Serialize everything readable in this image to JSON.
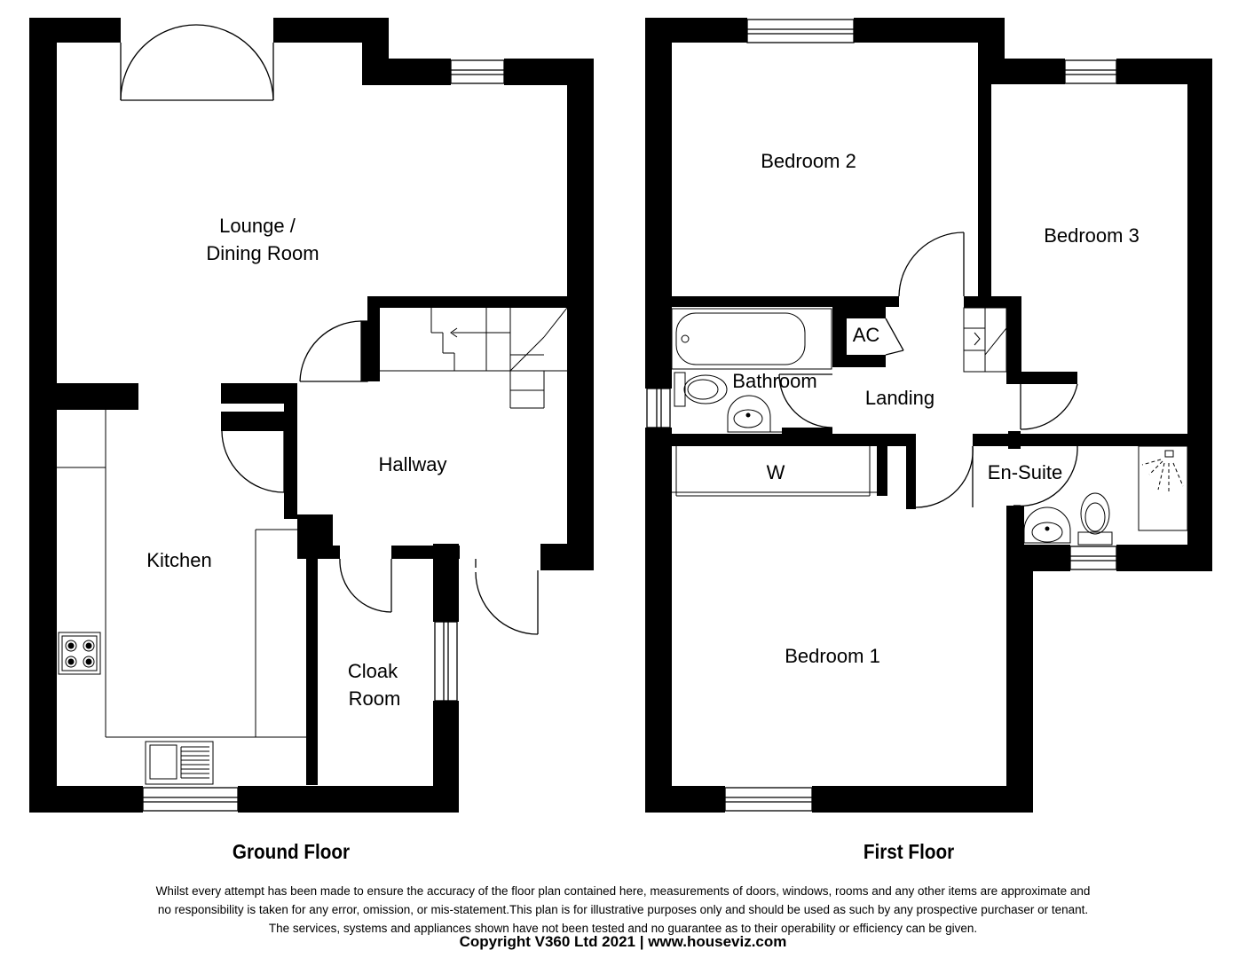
{
  "ground_floor": {
    "title": "Ground Floor",
    "rooms": {
      "lounge_line1": "Lounge /",
      "lounge_line2": "Dining Room",
      "hallway": "Hallway",
      "kitchen": "Kitchen",
      "cloak_line1": "Cloak",
      "cloak_line2": "Room"
    }
  },
  "first_floor": {
    "title": "First Floor",
    "rooms": {
      "bedroom2": "Bedroom 2",
      "bedroom3": "Bedroom 3",
      "ac": "AC",
      "bathroom": "Bathroom",
      "landing": "Landing",
      "wardrobe": "W",
      "ensuite": "En-Suite",
      "bedroom1": "Bedroom 1"
    }
  },
  "disclaimer": {
    "line1": "Whilst every attempt has been made to ensure the accuracy of the floor plan contained here, measurements of doors, windows, rooms and any other items are approximate and",
    "line2": "no responsibility is taken for any error, omission, or mis-statement.This plan is for illustrative purposes only and should be used as such by any prospective purchaser or tenant.",
    "line3": "The services, systems and appliances shown have not been tested and no guarantee as to their operability or efficiency can be given."
  },
  "copyright": "Copyright V360 Ltd 2021 | www.houseviz.com"
}
